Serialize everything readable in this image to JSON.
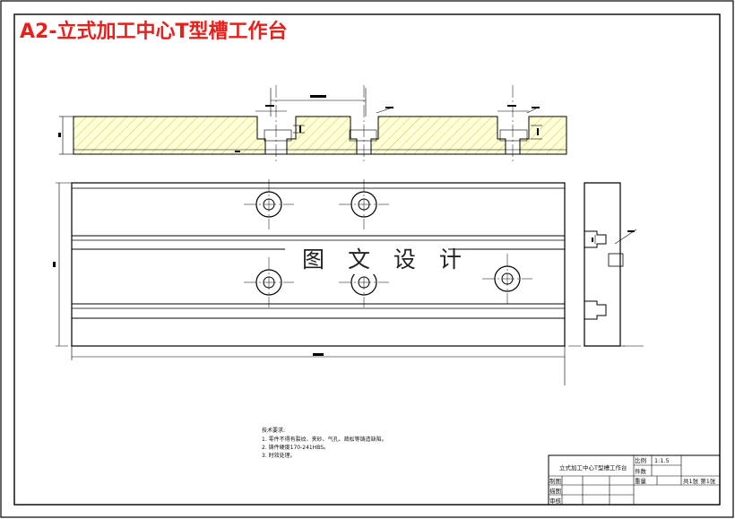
{
  "drawing": {
    "title": "A2-立式加工中心T型槽工作台",
    "watermark": "图 文 设 计",
    "notes": {
      "heading": "技术要求:",
      "lines": [
        "1. 零件不得有裂纹、夹砂、气孔、疏松等铸造缺陷。",
        "2. 铸件硬度170-241HBS。",
        "3. 时效处理。"
      ]
    },
    "title_block": {
      "part_name": "立式加工中心T型槽工作台",
      "scale_label": "比例",
      "scale_value": "1:1.5",
      "qty_label": "件数",
      "drawn_label": "制图",
      "weight_label": "重量",
      "sheets_text": "共1张 第1张",
      "check_label": "描图",
      "review_label": "审核"
    }
  },
  "colors": {
    "border": "#000000",
    "title": "#e8201b",
    "hatch_fill": "#ffffd8",
    "hatch_line": "#c8c84a"
  }
}
